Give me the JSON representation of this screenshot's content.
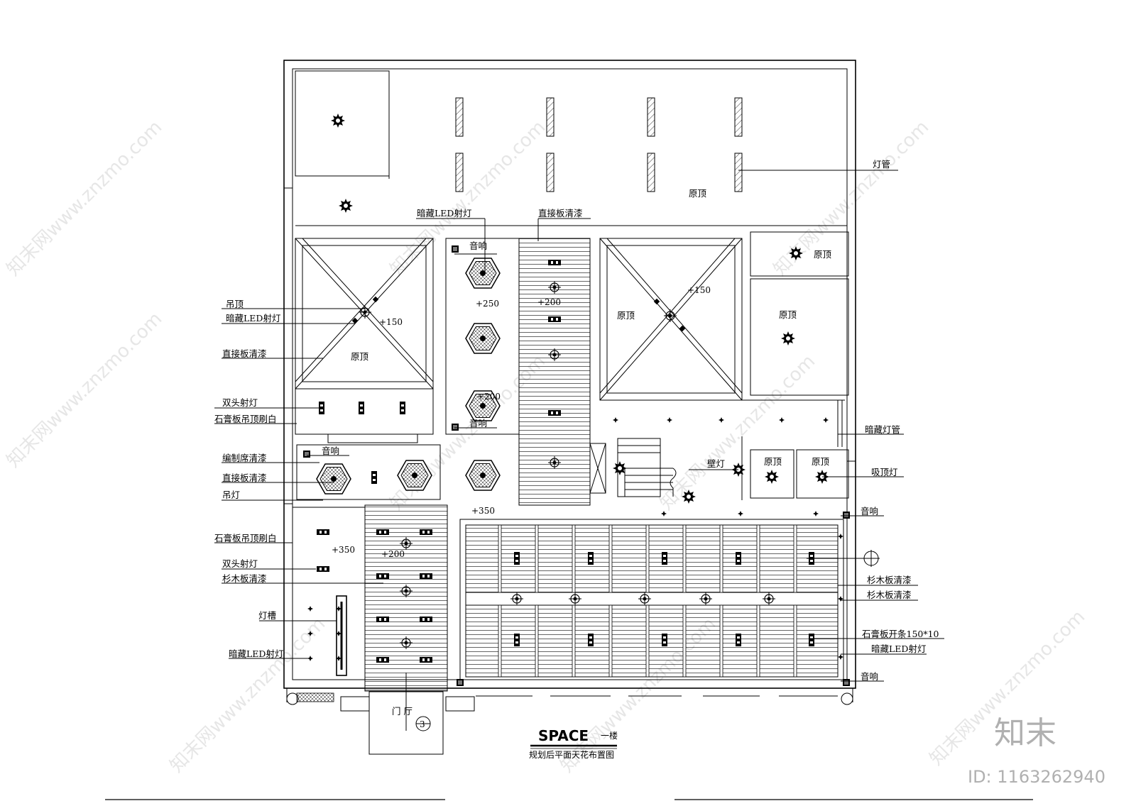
{
  "title": {
    "main": "SPACE",
    "floor": "一楼",
    "subtitle": "规划后平面天花布置图"
  },
  "labels": {
    "left": [
      "吊顶",
      "暗藏LED射灯",
      "直接板清漆",
      "双头射灯",
      "石膏板吊顶刷白",
      "编制席清漆",
      "直接板清漆",
      "吊灯",
      "石膏板吊顶刷白",
      "双头射灯",
      "杉木板清漆",
      "灯槽",
      "暗藏LED射灯"
    ],
    "right": [
      "灯管",
      "暗藏灯管",
      "吸顶灯",
      "音响",
      "杉木板清漆",
      "杉木板清漆",
      "石膏板开条150*10",
      "暗藏LED射灯",
      "音响"
    ],
    "top": [
      "暗藏LED射灯",
      "直接板清漆"
    ]
  },
  "rooms": {
    "yuanding": "原顶",
    "door_hall": "门 厅",
    "wall_lamp": "壁灯",
    "speaker": "音响"
  },
  "levels": {
    "l150a": "+150",
    "l150b": "+150",
    "l250": "+250",
    "l200a": "+200",
    "l200b": "+200",
    "l200c": "+200",
    "l350a": "+350",
    "l350b": "+350"
  },
  "section_mark": "3",
  "watermark": {
    "brand": "知末",
    "id": "ID: 1163262940",
    "diag": "知末网www.znzmo.com"
  }
}
